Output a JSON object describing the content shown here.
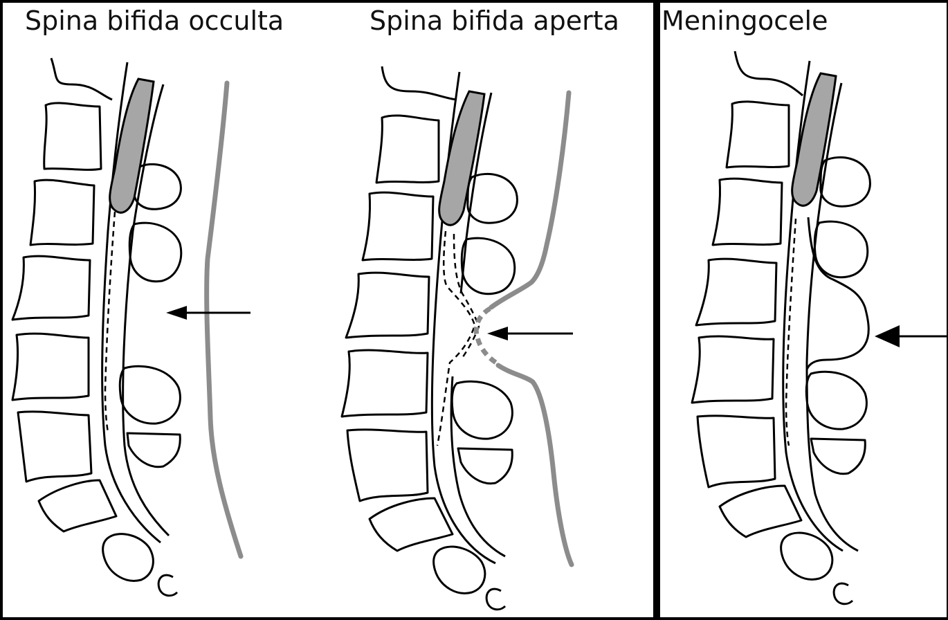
{
  "figure": {
    "panels": [
      {
        "title": "Spina bifida occulta"
      },
      {
        "title": "Spina bifida aperta"
      },
      {
        "title": "Meningocele"
      }
    ]
  },
  "colors": {
    "background": "#000000",
    "panel": "#ffffff",
    "line": "#000000",
    "spinal_cord_fill": "#a6a6a6",
    "skin": "#8c8c8c"
  }
}
